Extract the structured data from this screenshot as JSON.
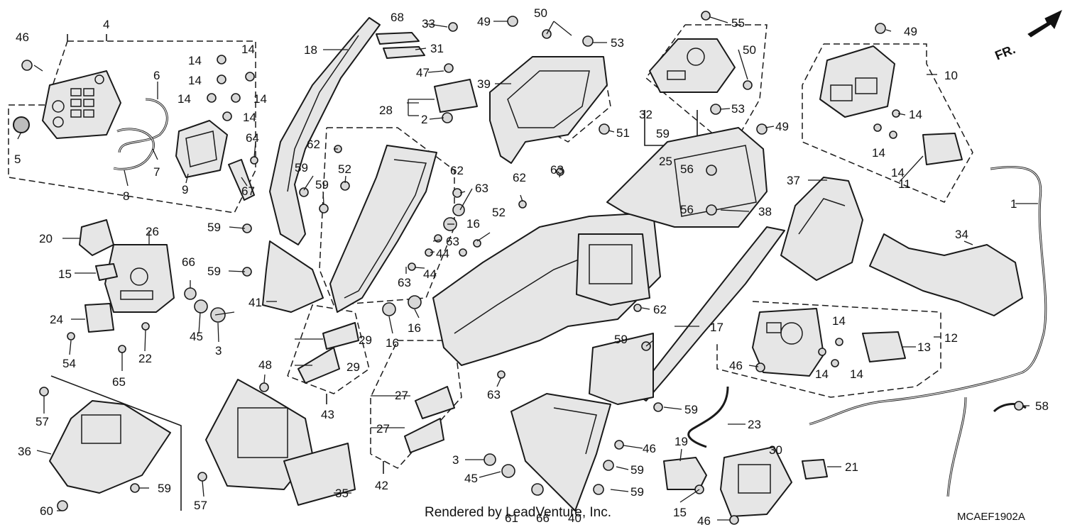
{
  "diagram": {
    "orientation_label": "FR.",
    "diagram_code": "MCAEF1902A",
    "watermark": "Rendered by LeadVenture, Inc.",
    "callouts": [
      "1",
      "2",
      "3",
      "4",
      "5",
      "6",
      "7",
      "8",
      "9",
      "10",
      "11",
      "12",
      "13",
      "14",
      "15",
      "16",
      "17",
      "18",
      "19",
      "20",
      "21",
      "22",
      "23",
      "24",
      "25",
      "26",
      "27",
      "28",
      "29",
      "30",
      "31",
      "32",
      "33",
      "34",
      "35",
      "36",
      "37",
      "38",
      "39",
      "40",
      "41",
      "42",
      "43",
      "44",
      "45",
      "46",
      "47",
      "48",
      "49",
      "50",
      "51",
      "52",
      "53",
      "54",
      "55",
      "56",
      "57",
      "58",
      "59",
      "60",
      "61",
      "62",
      "63",
      "64",
      "65",
      "66",
      "67",
      "68"
    ]
  }
}
